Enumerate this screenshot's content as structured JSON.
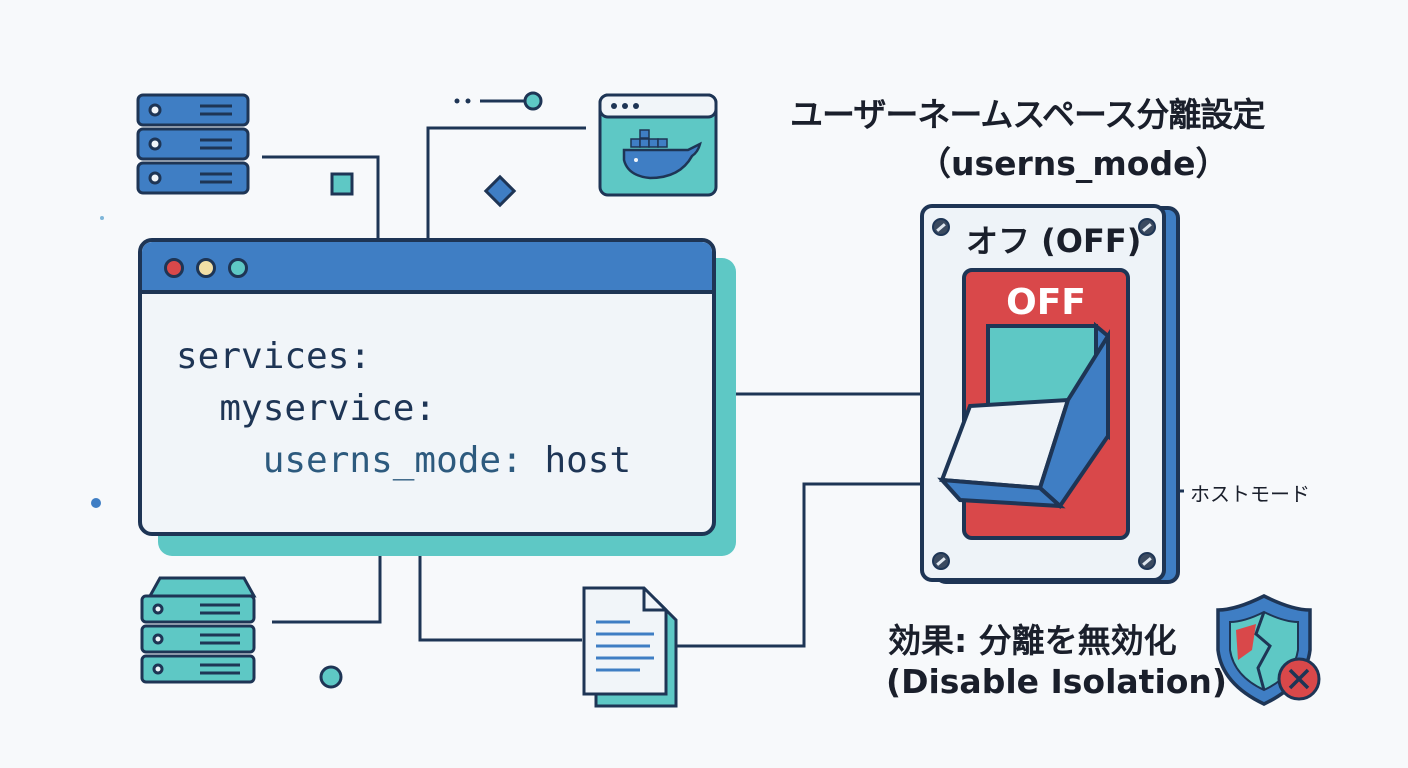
{
  "title": {
    "main": "ユーザーネームスペース分離設定",
    "sub": "（userns_mode）"
  },
  "code_window": {
    "line1": "services:",
    "line2": "  myservice:",
    "line3_key": "    userns_mode:",
    "line3_value": " host"
  },
  "switch": {
    "label": "オフ (OFF)",
    "state_text": "OFF",
    "side_label": "ホストモード"
  },
  "effect": {
    "label": "効果: 分離を無効化",
    "label_en": "(Disable Isolation)"
  },
  "colors": {
    "navy": "#1e3555",
    "blue": "#3f7ec4",
    "teal": "#5ec8c5",
    "red": "#d9484a",
    "cream": "#f1f5f9"
  },
  "icons": [
    "server-stack-icon",
    "docker-window-icon",
    "document-icon",
    "shield-broken-icon",
    "x-circle-icon"
  ]
}
